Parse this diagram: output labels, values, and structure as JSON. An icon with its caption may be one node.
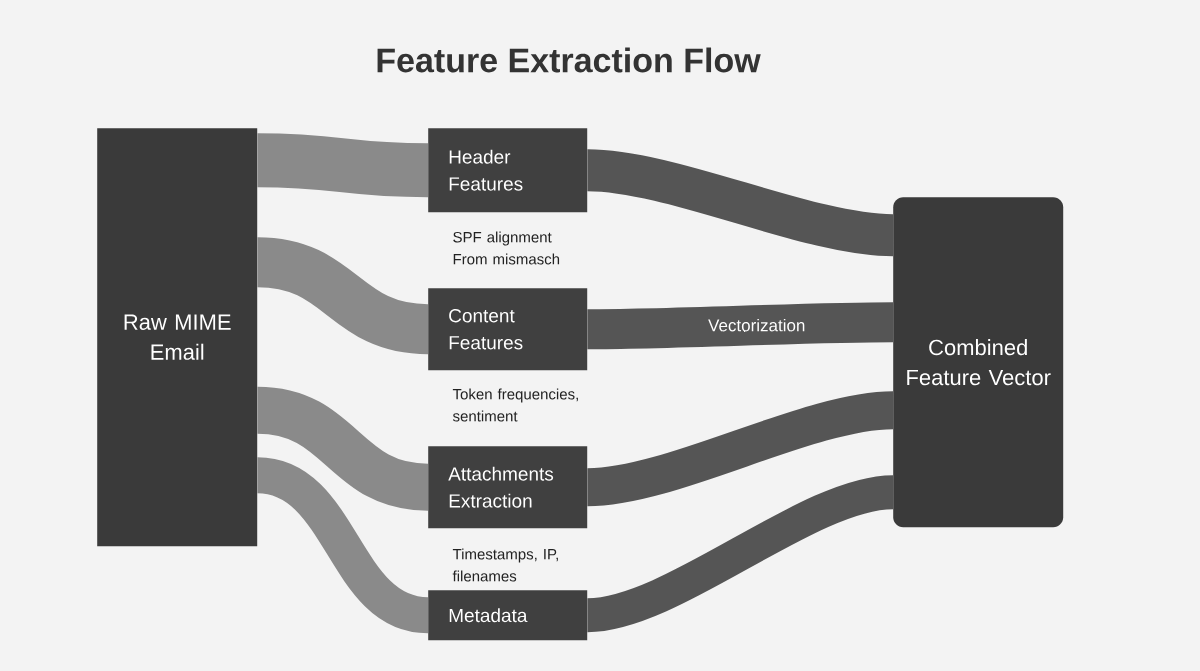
{
  "diagram": {
    "title": "Feature Extraction Flow",
    "nodes": [
      {
        "text": [
          "Raw MIME Email"
        ]
      },
      {
        "text": [
          "Header Features"
        ],
        "beside": [
          "SPF alignment From mismasch"
        ]
      },
      {
        "text": [
          "Content Features"
        ],
        "beside": [
          "Token frequencies, sentiment"
        ]
      },
      {
        "text": [
          "Attachments Extraction"
        ]
      },
      {
        "text": [
          "Metadata"
        ],
        "beside": [
          "Timestamps, IP, filenames"
        ]
      },
      {
        "text": [
          "Combined Feature Vector"
        ]
      }
    ],
    "edges": [
      {
        "from": 0,
        "to": 1,
        "arrow": "none",
        "color": "#8a8a8a"
      },
      {
        "from": 0,
        "to": 2,
        "arrow": "none",
        "color": "#8a8a8a"
      },
      {
        "from": 0,
        "to": 3,
        "arrow": "none",
        "color": "#8a8a8a"
      },
      {
        "from": 0,
        "to": 4,
        "arrow": "none",
        "color": "#8a8a8a"
      },
      {
        "from": 1,
        "to": 5,
        "arrow": "none"
      },
      {
        "from": 2,
        "to": 5,
        "arrow": "none",
        "label": "Vectorization"
      },
      {
        "from": 3,
        "to": 5,
        "arrow": "none"
      },
      {
        "from": 4,
        "to": 5,
        "arrow": "none"
      }
    ]
  }
}
